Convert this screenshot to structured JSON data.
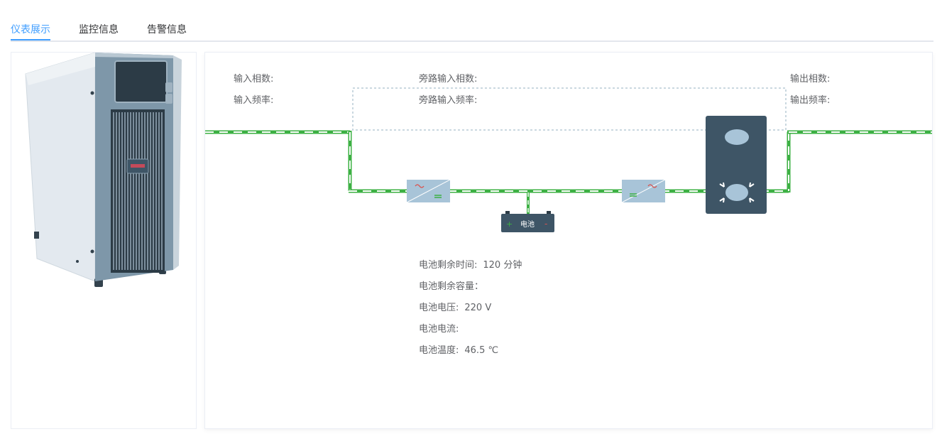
{
  "tabs": [
    {
      "label": "仪表展示",
      "active": true
    },
    {
      "label": "监控信息",
      "active": false
    },
    {
      "label": "告警信息",
      "active": false
    }
  ],
  "diagram": {
    "input_phase_label": "输入相数:",
    "input_freq_label": "输入频率:",
    "bypass_phase_label": "旁路输入相数:",
    "bypass_freq_label": "旁路输入频率:",
    "output_phase_label": "输出相数:",
    "output_freq_label": "输出频率:",
    "battery_label": "电池"
  },
  "battery": {
    "remaining_time_label": "电池剩余时间:",
    "remaining_time_value": "120 分钟",
    "remaining_capacity_label": "电池剩余容量：",
    "remaining_capacity_value": "",
    "voltage_label": "电池电压:",
    "voltage_value": "220 V",
    "current_label": "电池电流:",
    "current_value": "",
    "temperature_label": "电池温度:",
    "temperature_value": "46.5 ℃"
  },
  "colors": {
    "accent": "#409eff",
    "flow_green": "#3cb043",
    "cabinet_dark": "#3e5566",
    "converter_blue": "#a8c4d8"
  },
  "icons": [
    "ups-cabinet-image",
    "rectifier-icon",
    "inverter-icon",
    "battery-icon",
    "static-switch-icon"
  ]
}
